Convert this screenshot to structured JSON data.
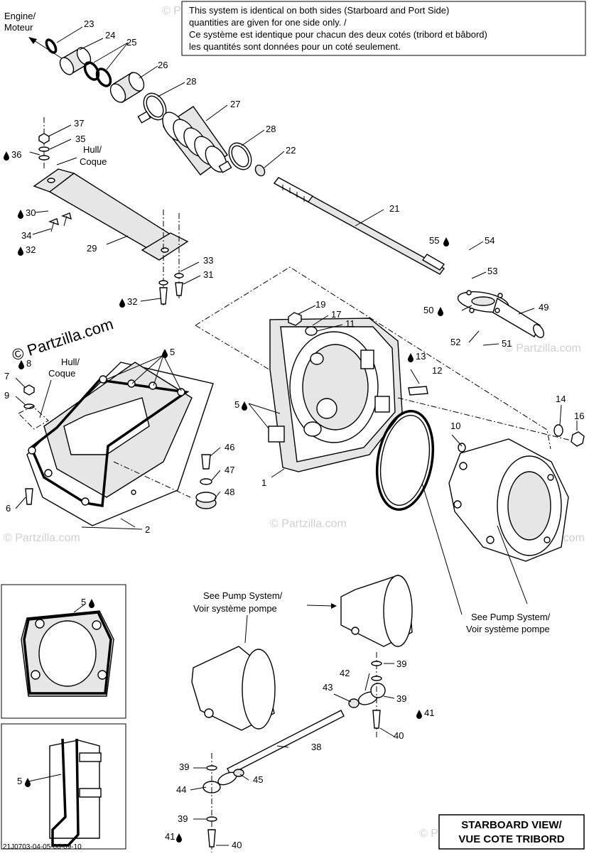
{
  "note": {
    "line1": "This system is identical on both sides (Starboard and Port Side)",
    "line2": "quantities are given for one side only. /",
    "line3": "Ce système est identique pour chacun des deux cotés (tribord et bâbord)",
    "line4": "les quantités sont données pour un coté seulement."
  },
  "engine_label": {
    "line1": "Engine/",
    "line2": "Moteur"
  },
  "hull_label": {
    "line1": "Hull/",
    "line2": "Coque"
  },
  "pump_ref": {
    "line1": "See Pump System/",
    "line2": "Voir système pompe"
  },
  "view_title": {
    "line1": "STARBOARD VIEW/",
    "line2": "VUE COTE TRIBORD"
  },
  "watermark": "© Partzilla.com",
  "watermark_faint": "© Partzilla",
  "diagram_code": "21J0703-04-05-06-09-10",
  "callouts": {
    "c1": "1",
    "c2": "2",
    "c5": "5",
    "c6": "6",
    "c7": "7",
    "c8": "8",
    "c9": "9",
    "c10": "10",
    "c11": "11",
    "c12": "12",
    "c13": "13",
    "c14": "14",
    "c16": "16",
    "c17": "17",
    "c19": "19",
    "c21": "21",
    "c22": "22",
    "c23": "23",
    "c24": "24",
    "c25": "25",
    "c26": "26",
    "c27": "27",
    "c28": "28",
    "c29": "29",
    "c30": "30",
    "c31": "31",
    "c32": "32",
    "c33": "33",
    "c34": "34",
    "c35": "35",
    "c36": "36",
    "c37": "37",
    "c38": "38",
    "c39": "39",
    "c40": "40",
    "c41": "41",
    "c42": "42",
    "c43": "43",
    "c44": "44",
    "c45": "45",
    "c46": "46",
    "c47": "47",
    "c48": "48",
    "c49": "49",
    "c50": "50",
    "c51": "51",
    "c52": "52",
    "c53": "53",
    "c54": "54",
    "c55": "55"
  }
}
